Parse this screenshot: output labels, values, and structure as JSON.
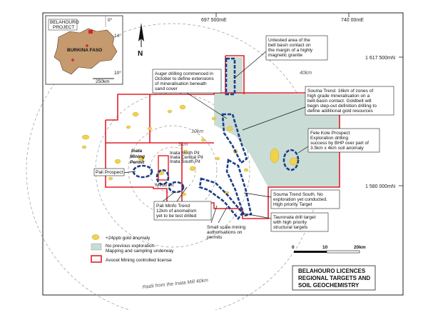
{
  "coordinates": {
    "top": [
      "697 500mE",
      "740 00mE"
    ],
    "right": [
      "1 617 500mN",
      "1 580 000mN"
    ]
  },
  "inset": {
    "project_label_1": "BELAHOURO",
    "project_label_2": "PROJECT",
    "country": "BURKINA FASO",
    "lat_top": "14°",
    "lat_bottom": "10°",
    "lon_label": "0°",
    "scale_label": "250km"
  },
  "north_label": "N",
  "rings": {
    "r5": "5km",
    "r10": "10km",
    "r20": "20km",
    "r40": "40km",
    "radii_caption": "Radii from the Inata Mill 40km"
  },
  "places": {
    "inata_permit_1": "Inata",
    "inata_permit_2": "Mining",
    "inata_permit_3": "Permit",
    "inata_north": "Inata North Pit",
    "inata_central": "Inata Central Pit",
    "inata_south": "Inata South Pit",
    "minfo_pit": "Minfo Pit",
    "pali_prospect": "Pali Prospect"
  },
  "callouts": {
    "untested": [
      "Untested area of the",
      "belt basin contact on",
      "the margin of a highly",
      "magnetic granite"
    ],
    "auger": [
      "Auger drilling commenced in",
      "October to define extensions",
      "of mineralisation beneath",
      "sand cover"
    ],
    "souma_trend": [
      "Souma Trend. 16km of zones of",
      "high grade mineralisation on a",
      "belt-basin contact. Goldbelt will",
      "begin step-out definition drilling to",
      "define additional gold resources"
    ],
    "fete_kole": [
      "Fete Kole Prospect",
      "Exploration drilling",
      "success by BHP over part of",
      "3.5km x 4km soil anomaly"
    ],
    "souma_south": [
      "Souma Trend South. No",
      "exploration yet conducted.",
      "High priority Target"
    ],
    "tauronata": [
      "Tauronata drill target",
      "with high priority",
      "structural targets"
    ],
    "pali_minfo": [
      "Pali Minfo Trend",
      "12km of anomalism",
      "yet to be test drilled"
    ],
    "small_scale": [
      "Small scale mining",
      "authorisations on",
      "permits"
    ]
  },
  "legend": {
    "gold": "+24ppb gold anomaly",
    "no_explore_1": "No previous exploration-",
    "no_explore_2": "Mapping and sampling underway",
    "license": "Avocet Mining controlled license"
  },
  "scalebar": {
    "zero": "0",
    "mid": "10",
    "end": "20km"
  },
  "title": [
    "BELAHOURO LICENCES",
    "REGIONAL TARGETS AND",
    "SOIL GEOCHEMISTRY"
  ],
  "colors": {
    "license_red": "#e0202a",
    "anomaly_gold": "#f2d24a",
    "exploration_fill": "#c9dcd6",
    "target_blue": "#1e3f86",
    "country_fill": "#c49a6e"
  }
}
